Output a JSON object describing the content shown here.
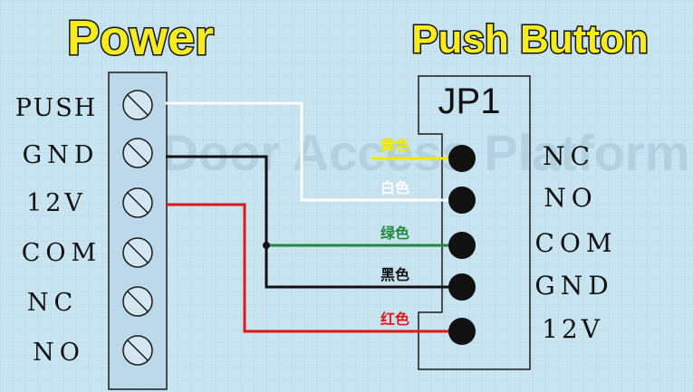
{
  "titles": {
    "power": "Power",
    "push_button": "Push Button"
  },
  "watermark": "Door Access Platform",
  "power_terminal": {
    "labels": [
      "PUSH",
      "GND",
      "12V",
      "COM",
      "NC",
      "NO"
    ]
  },
  "jp1": {
    "title": "JP1",
    "pins": [
      "NC",
      "NO",
      "COM",
      "GND",
      "12V"
    ]
  },
  "wires": [
    {
      "label": "黄色",
      "color": "#f2e600"
    },
    {
      "label": "白色",
      "color": "#ffffff"
    },
    {
      "label": "绿色",
      "color": "#1d8a3a"
    },
    {
      "label": "黑色",
      "color": "#111111"
    },
    {
      "label": "红色",
      "color": "#e01818"
    }
  ],
  "colors": {
    "background": "#c9e4f1",
    "grid": "#b7d5e5",
    "title_fill": "#f4ec1e",
    "title_outline": "#111111",
    "terminal_fill": "#bcd9e9"
  }
}
